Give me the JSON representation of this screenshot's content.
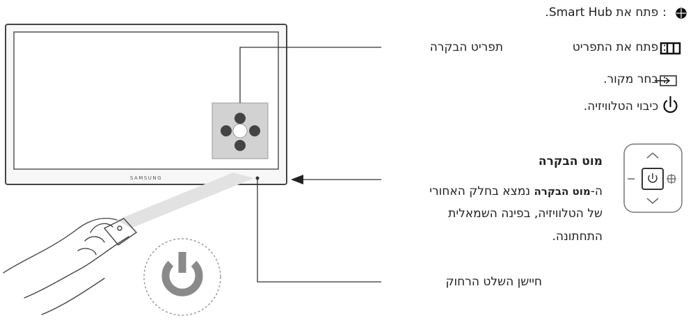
{
  "tv": {
    "brand": "SAMSUNG"
  },
  "legend": {
    "smart_hub": "פתח את Smart Hub.",
    "menu": "פתח את התפריט",
    "source": "בחר מקור.",
    "power": "כיבוי הטלוויזיה.",
    "separator": ":"
  },
  "callouts": {
    "control_menu": "תפריט הבקרה",
    "remote_sensor": "חיישן השלט הרחוק"
  },
  "controller": {
    "title": "מוט הבקרה",
    "desc_prefix": "ה-",
    "desc_bold": "מוט הבקרה",
    "desc_line1_rest": " נמצא בחלק האחורי",
    "desc_line2": "של הטלוויזיה, בפינה השמאלית",
    "desc_line3": "התחתונה."
  },
  "icons": [
    "smart-hub-icon",
    "menu-icon",
    "source-icon",
    "power-icon"
  ],
  "colors": {
    "line": "#333333",
    "panel": "#d4d4d4",
    "sensor_circle": "#9a9a9a",
    "power_symbol": "#8a8a8a",
    "beam": "#e2e2e2"
  }
}
